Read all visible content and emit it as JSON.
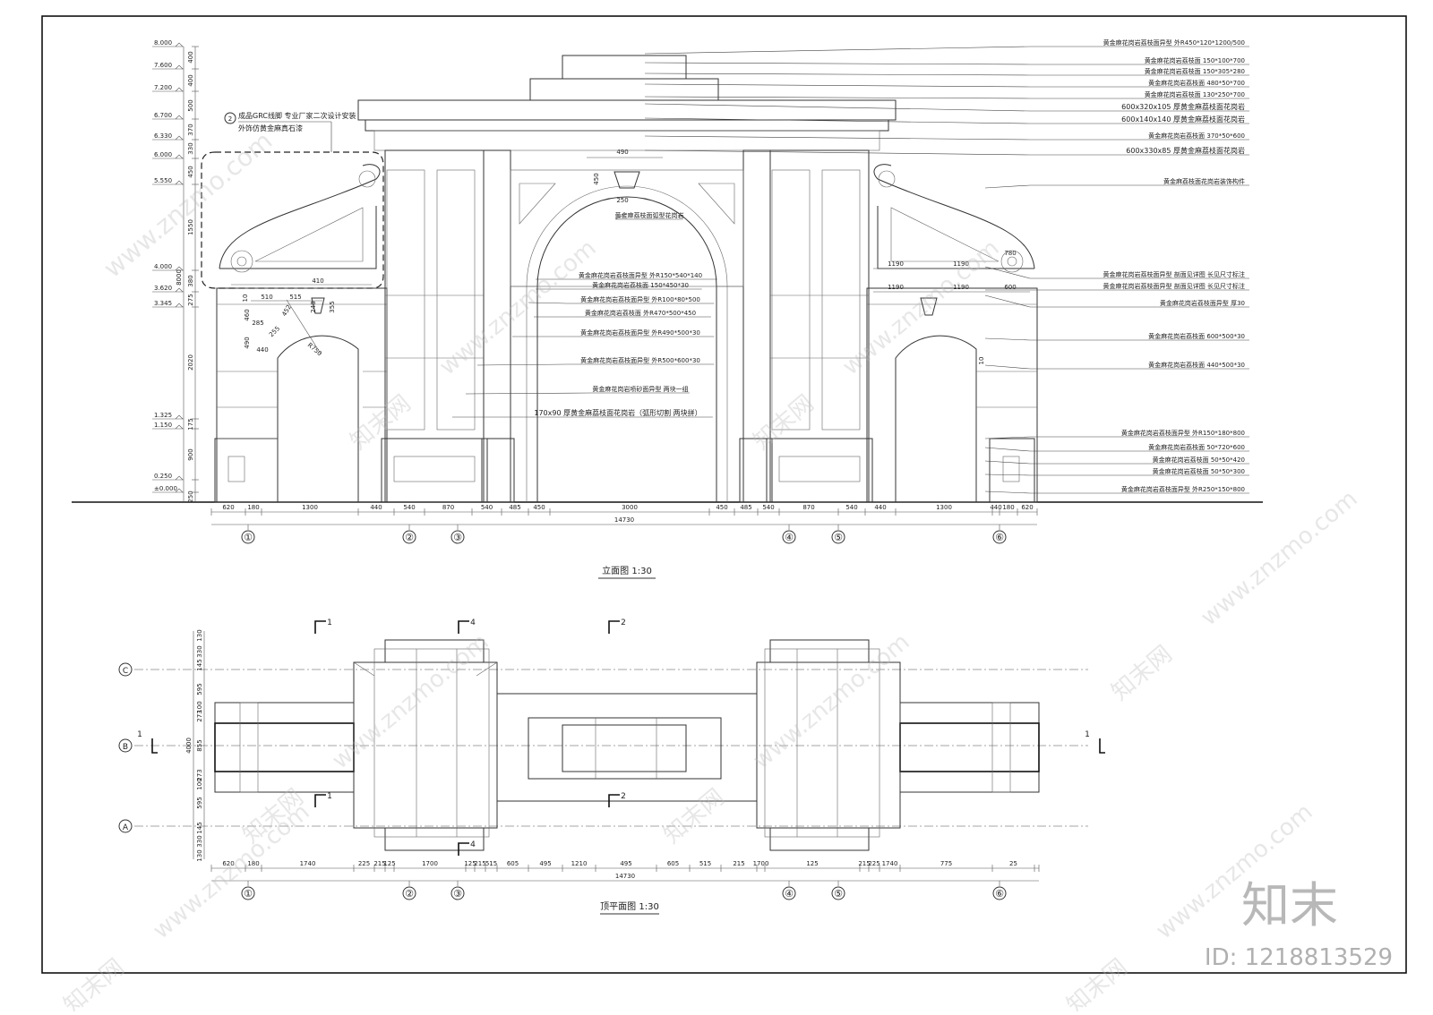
{
  "elevation": {
    "title": "立面图 1:30",
    "levels": [
      "8.000",
      "7.600",
      "7.200",
      "6.700",
      "6.330",
      "6.000",
      "5.550",
      "4.000",
      "3.620",
      "3.345",
      "1.325",
      "1.150",
      "0.250",
      "±0.000"
    ],
    "vdims": [
      "400",
      "400",
      "500",
      "370",
      "330",
      "450",
      "1550",
      "380",
      "275",
      "2020",
      "175",
      "900",
      "250",
      "8000"
    ],
    "left_note": {
      "num": "2",
      "line1": "成品GRC线脚 专业厂家二次设计安装",
      "line2": "外饰仿黄金麻真石漆"
    },
    "bottom_dims": [
      "620",
      "180",
      "1300",
      "440",
      "540",
      "870",
      "540",
      "485",
      "450",
      "3000",
      "450",
      "485",
      "540",
      "870",
      "540",
      "440",
      "1300",
      "440",
      "180",
      "620"
    ],
    "total": "14730",
    "axes": [
      "①",
      "②",
      "③",
      "④",
      "⑤",
      "⑥"
    ],
    "detail_dims": [
      "410",
      "510",
      "515",
      "10",
      "460",
      "285",
      "452",
      "248",
      "355",
      "255",
      "490",
      "440",
      "R750",
      "490",
      "450",
      "250",
      "1190",
      "1190",
      "1190",
      "1190",
      "600",
      "780",
      "10"
    ],
    "center_notes": [
      "黄金麻荔枝面弧型花岗岩",
      "黄金麻花岗岩荔枝面异型 外R150*540*140",
      "黄金麻花岗岩荔枝面 150*450*30",
      "黄金麻花岗岩荔枝面异型 外R100*80*500",
      "黄金麻花岗岩荔枝面 外R470*500*450",
      "黄金麻花岗岩荔枝面异型 外R490*500*30",
      "黄金麻花岗岩荔枝面异型 外R500*600*30",
      "黄金麻花岗岩喷砂面异型 两块一组",
      "170x90 厚黄金麻荔枝面花岗岩（弧形切割 两块拼）"
    ],
    "right_notes": [
      "黄金麻花岗岩荔枝面异型 外R450*120*1200/500",
      "黄金麻花岗岩荔枝面 150*100*700",
      "黄金麻花岗岩荔枝面 150*305*280",
      "黄金麻花岗岩荔枝面 480*50*700",
      "黄金麻花岗岩荔枝面 130*250*700",
      "600x320x105 厚黄金麻荔枝面花岗岩",
      "600x140x140 厚黄金麻荔枝面花岗岩",
      "黄金麻花岗岩荔枝面 370*50*600",
      "600x330x85 厚黄金麻荔枝面花岗岩",
      "黄金麻荔枝面花岗岩装饰构件",
      "黄金麻花岗岩荔枝面异型 剖面见详图 长见尺寸标注",
      "黄金麻花岗岩荔枝面异型 剖面见详图 长见尺寸标注",
      "黄金麻花岗岩荔枝面异型 厚30",
      "黄金麻花岗岩荔枝面 600*500*30",
      "黄金麻花岗岩荔枝面 440*500*30",
      "黄金麻花岗岩荔枝面异型 外R150*180*800",
      "黄金麻花岗岩荔枝面 50*720*600",
      "黄金麻花岗岩荔枝面 50*50*420",
      "黄金麻花岗岩荔枝面 50*50*300",
      "黄金麻花岗岩荔枝面异型 外R250*150*800"
    ]
  },
  "plan": {
    "title": "顶平面图 1:30",
    "grid": [
      "C",
      "B",
      "A"
    ],
    "vdims": [
      "130",
      "330",
      "145",
      "595",
      "100",
      "273",
      "855",
      "273",
      "100",
      "595",
      "145",
      "330",
      "130",
      "4000"
    ],
    "bottom_dims": [
      "620",
      "180",
      "1740",
      "225",
      "215",
      "125",
      "1700",
      "125",
      "215",
      "515",
      "605",
      "495",
      "1210",
      "495",
      "605",
      "515",
      "215",
      "1700",
      "125",
      "215",
      "225",
      "1740",
      "775",
      "25"
    ],
    "total": "14730",
    "axes": [
      "①",
      "②",
      "③",
      "④",
      "⑤",
      "⑥"
    ],
    "sections": [
      "1",
      "1",
      "1",
      "1",
      "4",
      "4",
      "2",
      "2"
    ]
  },
  "watermark": {
    "logo": "知末",
    "id": "ID: 1218813529",
    "site": "www.znzmo.com",
    "brand": "知末网"
  }
}
